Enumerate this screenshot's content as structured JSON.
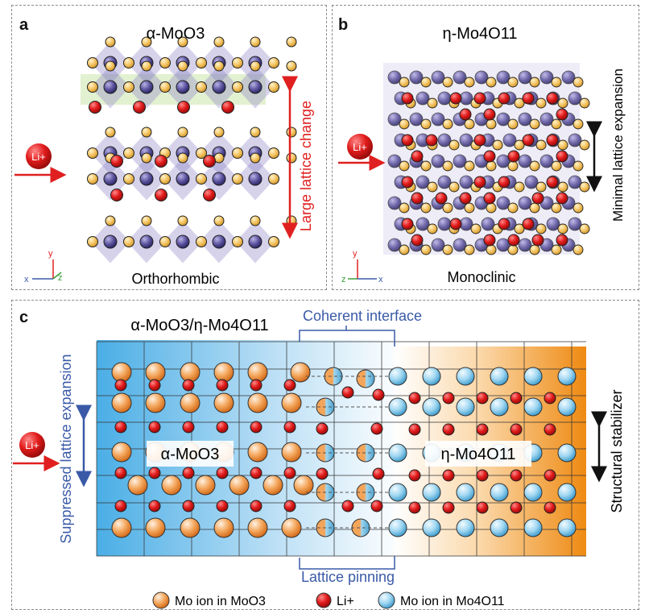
{
  "panel_a": {
    "label": "a",
    "title": "α-MoO3",
    "bottom_label": "Orthorhombic",
    "side_label": "Large lattice change",
    "ion": "Li+",
    "axes": {
      "y": "y",
      "x": "x",
      "z": "z"
    }
  },
  "panel_b": {
    "label": "b",
    "title": "η-Mo4O11",
    "bottom_label": "Monoclinic",
    "side_label": "Minimal lattice expansion",
    "ion": "Li+",
    "axes": {
      "y": "y",
      "x": "x",
      "z": "z"
    }
  },
  "panel_c": {
    "label": "c",
    "title": "α-MoO3/η-Mo4O11",
    "top_label": "Coherent interface",
    "bottom_label": "Lattice pinning",
    "left_side_label": "Suppressed lattice expansion",
    "right_side_label": "Structural stabilizer",
    "left_phase": "α-MoO3",
    "right_phase": "η-Mo4O11",
    "ion": "Li+"
  },
  "legend": [
    {
      "text": "Mo ion in MoO3",
      "marker": "orange-sphere"
    },
    {
      "text": "Li+",
      "marker": "red-sphere"
    },
    {
      "text": "Mo ion in Mo4O11",
      "marker": "blue-sphere"
    }
  ],
  "colors": {
    "mo_moo3": "#f29a4a",
    "li": "#d81e1e",
    "mo_mo4o11": "#8fd0ef",
    "oxygen": "#f5c76a",
    "octahedron": "#7b6fb8",
    "arrow_red": "#e02020",
    "arrow_black": "#111111",
    "label_blue": "#3a5aa8"
  }
}
